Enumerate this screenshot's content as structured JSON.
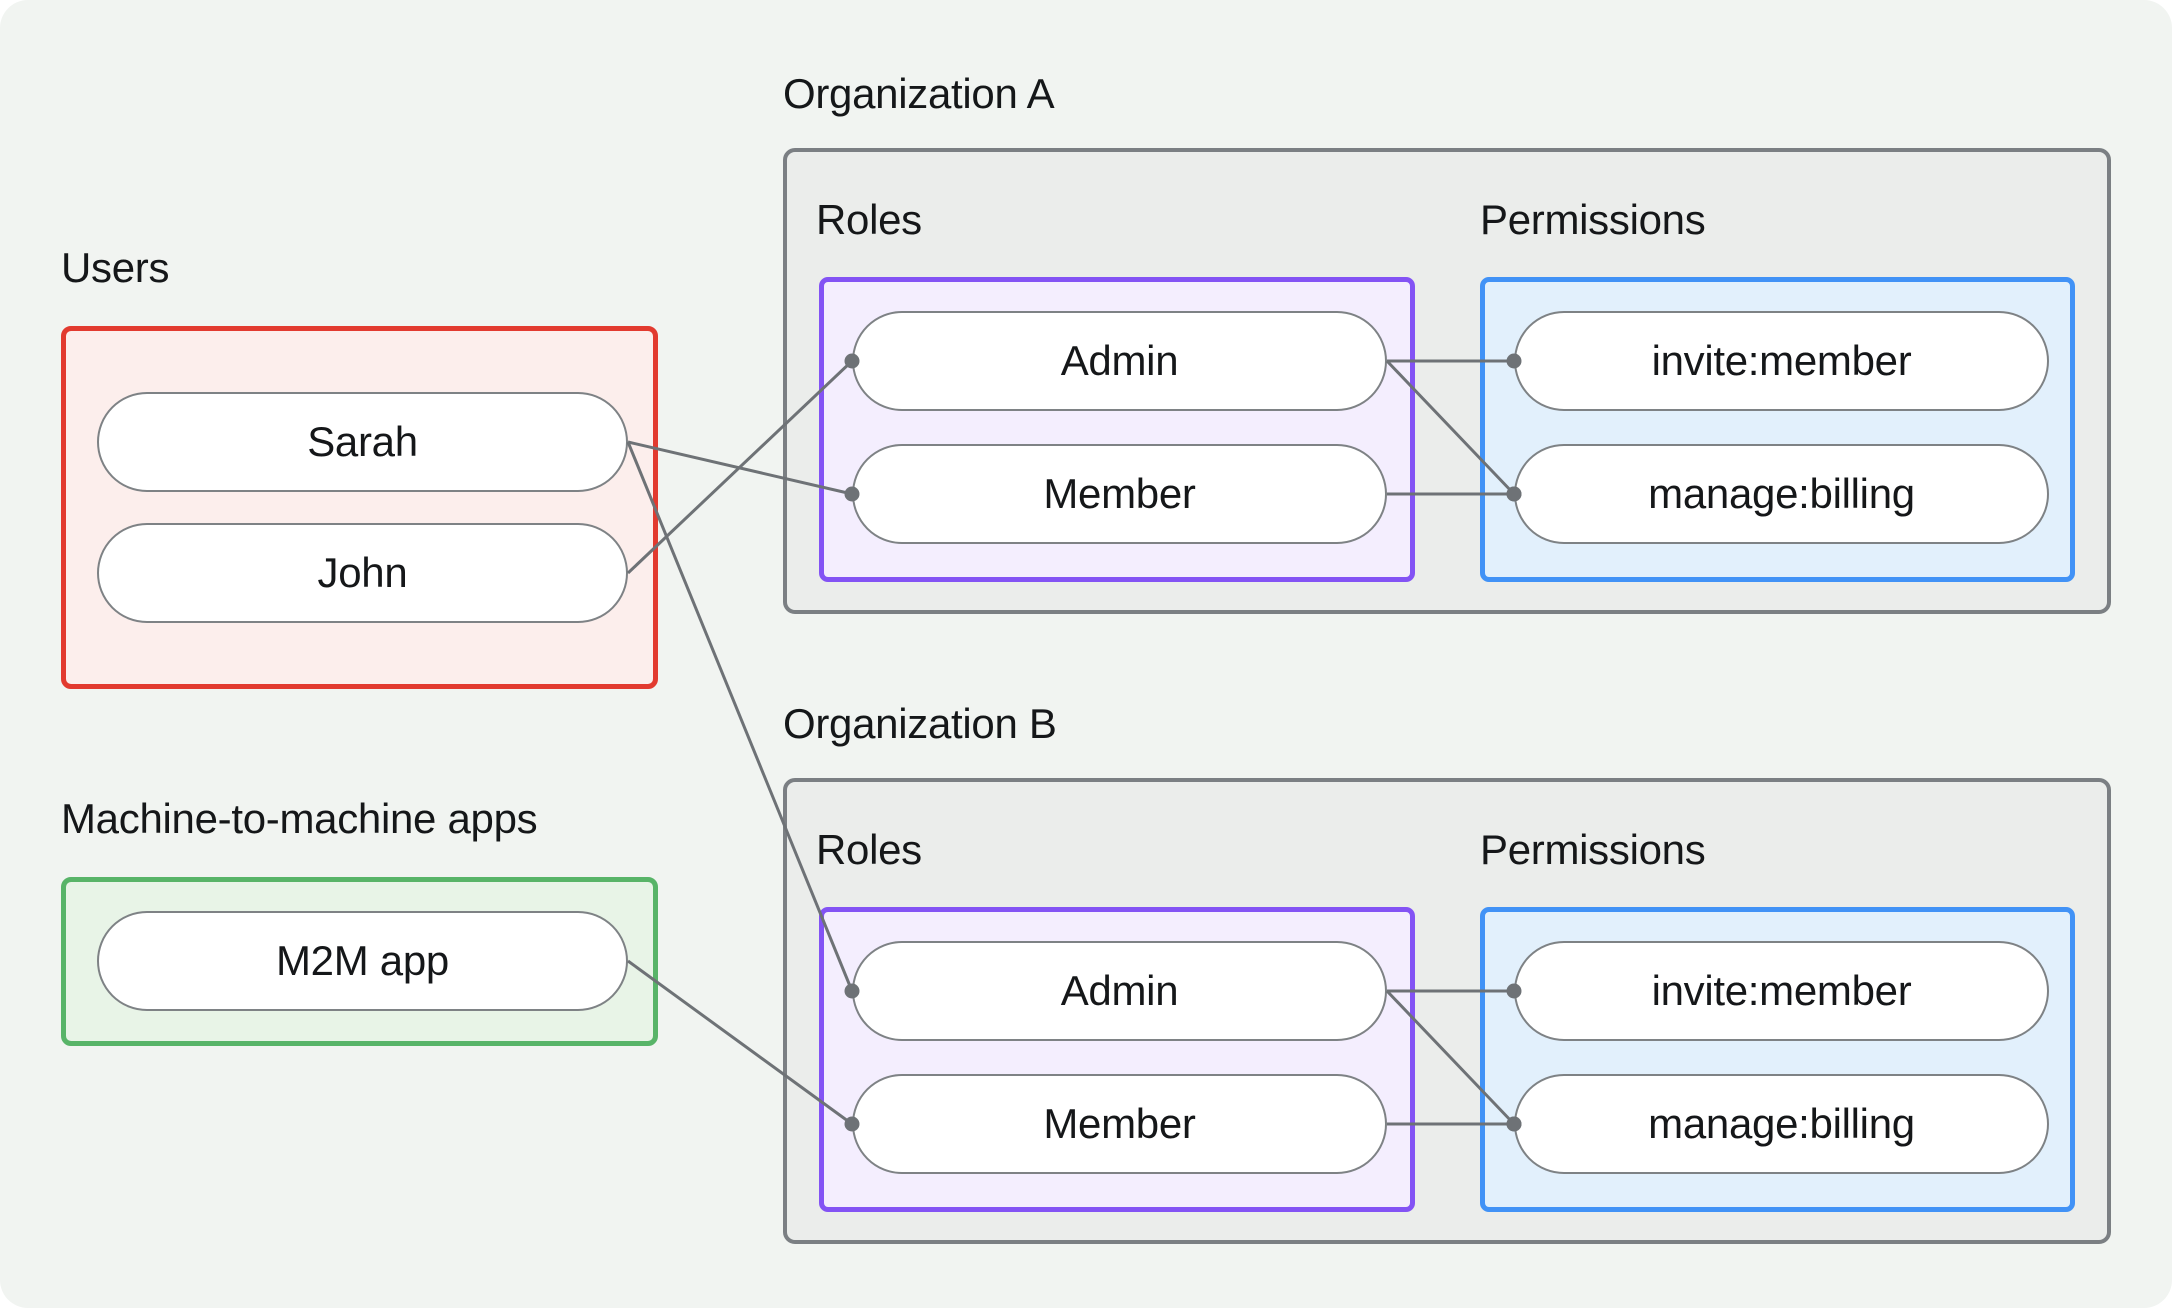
{
  "theme": {
    "page_bg": "#f1f4f1",
    "text": "#151719",
    "edge_color": "#6e7276",
    "users_accent": "#e23a2f",
    "users_bg": "#fceeec",
    "m2m_accent": "#58b468",
    "m2m_bg": "#e8f4e7",
    "org_border": "#7b7f83",
    "org_bg": "#ebedeb",
    "roles_accent": "#8353f4",
    "roles_bg": "#f4eefe",
    "permissions_accent": "#4192f6",
    "permissions_bg": "#e2f0fc"
  },
  "users_group": {
    "label": "Users",
    "nodes": [
      {
        "id": "sarah",
        "label": "Sarah"
      },
      {
        "id": "john",
        "label": "John"
      }
    ]
  },
  "m2m_group": {
    "label": "Machine-to-machine apps",
    "nodes": [
      {
        "id": "m2m",
        "label": "M2M app"
      }
    ]
  },
  "organizations": [
    {
      "title": "Organization A",
      "roles_label": "Roles",
      "permissions_label": "Permissions",
      "roles": [
        {
          "id": "orgA-admin",
          "label": "Admin"
        },
        {
          "id": "orgA-member",
          "label": "Member"
        }
      ],
      "permissions": [
        {
          "id": "orgA-invite",
          "label": "invite:member"
        },
        {
          "id": "orgA-billing",
          "label": "manage:billing"
        }
      ]
    },
    {
      "title": "Organization B",
      "roles_label": "Roles",
      "permissions_label": "Permissions",
      "roles": [
        {
          "id": "orgB-admin",
          "label": "Admin"
        },
        {
          "id": "orgB-member",
          "label": "Member"
        }
      ],
      "permissions": [
        {
          "id": "orgB-invite",
          "label": "invite:member"
        },
        {
          "id": "orgB-billing",
          "label": "manage:billing"
        }
      ]
    }
  ],
  "edges": [
    {
      "from": "sarah",
      "to": "orgA-member"
    },
    {
      "from": "john",
      "to": "orgA-admin"
    },
    {
      "from": "sarah",
      "to": "orgB-admin"
    },
    {
      "from": "m2m",
      "to": "orgB-member"
    },
    {
      "from": "orgA-admin",
      "to": "orgA-invite"
    },
    {
      "from": "orgA-admin",
      "to": "orgA-billing"
    },
    {
      "from": "orgA-member",
      "to": "orgA-billing"
    },
    {
      "from": "orgB-admin",
      "to": "orgB-invite"
    },
    {
      "from": "orgB-admin",
      "to": "orgB-billing"
    },
    {
      "from": "orgB-member",
      "to": "orgB-billing"
    }
  ]
}
